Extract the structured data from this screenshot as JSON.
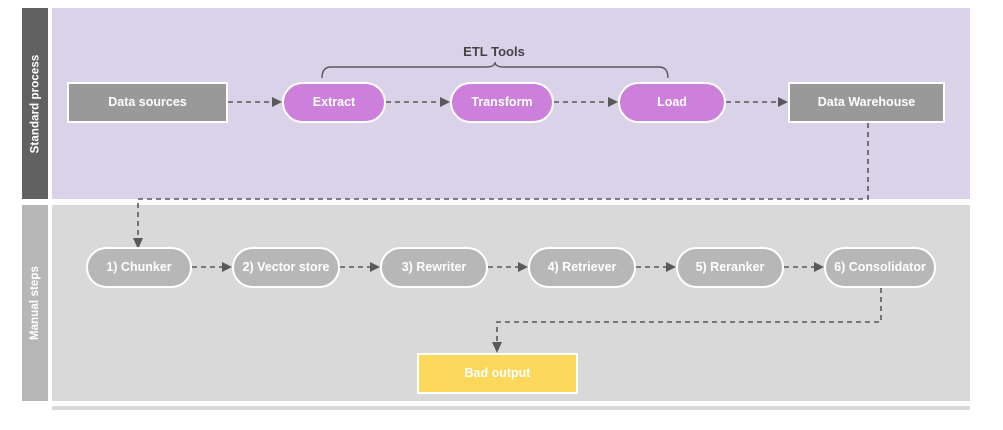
{
  "diagram": {
    "title": "ETL and manual RAG pipeline swimlane diagram",
    "colors": {
      "lane_top_header_bg": "#616161",
      "lane_top_body_bg": "#d9d2e9",
      "lane_bottom_header_bg": "#b7b7b7",
      "lane_bottom_body_bg": "#d9d9d9",
      "node_grey_dark": "#999999",
      "node_purple": "#cc7fdb",
      "node_grey_mid": "#b7b7b7",
      "node_yellow": "#fbd75b",
      "connector": "#595959",
      "label_text": "#434343",
      "node_text": "#ffffff"
    }
  },
  "lanes": [
    {
      "id": "standard-process",
      "label": "Standard process"
    },
    {
      "id": "manual-steps",
      "label": "Manual steps"
    }
  ],
  "annotations": {
    "etl_bracket_label": "ETL Tools"
  },
  "standard_process": {
    "nodes": [
      {
        "id": "data-sources",
        "label": "Data sources",
        "shape": "rect",
        "style": "grey-dark"
      },
      {
        "id": "extract",
        "label": "Extract",
        "shape": "pill",
        "style": "purple"
      },
      {
        "id": "transform",
        "label": "Transform",
        "shape": "pill",
        "style": "purple"
      },
      {
        "id": "load",
        "label": "Load",
        "shape": "pill",
        "style": "purple"
      },
      {
        "id": "data-warehouse",
        "label": "Data Warehouse",
        "shape": "rect",
        "style": "grey-dark"
      }
    ]
  },
  "manual_steps": {
    "nodes": [
      {
        "id": "chunker",
        "label": "1) Chunker",
        "shape": "pill",
        "style": "grey-mid"
      },
      {
        "id": "vector-store",
        "label": "2) Vector store",
        "shape": "pill",
        "style": "grey-mid"
      },
      {
        "id": "rewriter",
        "label": "3) Rewriter",
        "shape": "pill",
        "style": "grey-mid"
      },
      {
        "id": "retriever",
        "label": "4) Retriever",
        "shape": "pill",
        "style": "grey-mid"
      },
      {
        "id": "reranker",
        "label": "5) Reranker",
        "shape": "pill",
        "style": "grey-mid"
      },
      {
        "id": "consolidator",
        "label": "6) Consolidator",
        "shape": "pill",
        "style": "grey-mid"
      }
    ],
    "output": {
      "id": "bad-output",
      "label": "Bad output",
      "shape": "rect",
      "style": "yellow"
    }
  }
}
